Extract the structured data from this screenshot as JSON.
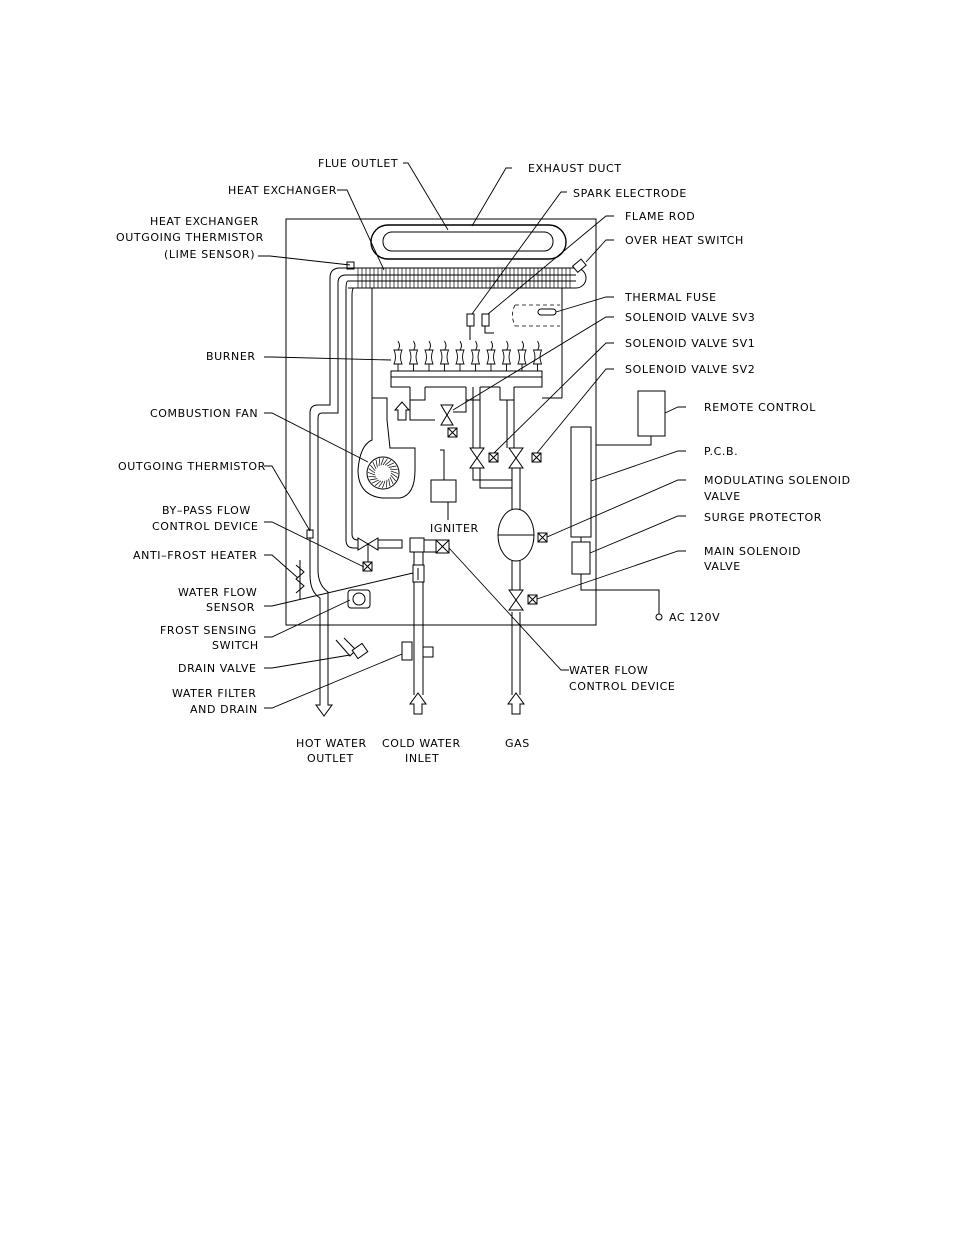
{
  "labels": {
    "flue_outlet": "FLUE OUTLET",
    "exhaust_duct": "EXHAUST DUCT",
    "heat_exchanger": "HEAT EXCHANGER",
    "spark_electrode": "SPARK ELECTRODE",
    "hx_thermistor_1": "HEAT EXCHANGER",
    "hx_thermistor_2": "OUTGOING THERMISTOR",
    "hx_thermistor_3": "(LIME SENSOR)",
    "flame_rod": "FLAME ROD",
    "over_heat_switch": "OVER HEAT SWITCH",
    "thermal_fuse": "THERMAL FUSE",
    "solenoid_sv3": "SOLENOID VALVE SV3",
    "burner": "BURNER",
    "solenoid_sv1": "SOLENOID VALVE SV1",
    "solenoid_sv2": "SOLENOID VALVE SV2",
    "combustion_fan": "COMBUSTION FAN",
    "remote_control": "REMOTE CONTROL",
    "pcb": "P.C.B.",
    "outgoing_thermistor": "OUTGOING THERMISTOR",
    "modulating_1": "MODULATING SOLENOID",
    "modulating_2": "VALVE",
    "bypass_1": "BY–PASS FLOW",
    "bypass_2": "CONTROL DEVICE",
    "igniter": "IGNITER",
    "surge_protector": "SURGE PROTECTOR",
    "anti_frost": "ANTI–FROST HEATER",
    "main_solenoid_1": "MAIN SOLENOID",
    "main_solenoid_2": "VALVE",
    "water_flow_1": "WATER FLOW",
    "water_flow_2": "SENSOR",
    "ac_120v": "AC 120V",
    "frost_1": "FROST SENSING",
    "frost_2": "SWITCH",
    "drain_valve": "DRAIN VALVE",
    "wfc_1": "WATER FLOW",
    "wfc_2": "CONTROL DEVICE",
    "filter_1": "WATER FILTER",
    "filter_2": "AND DRAIN",
    "hot_1": "HOT WATER",
    "hot_2": "OUTLET",
    "cold_1": "COLD WATER",
    "cold_2": "INLET",
    "gas": "GAS"
  }
}
